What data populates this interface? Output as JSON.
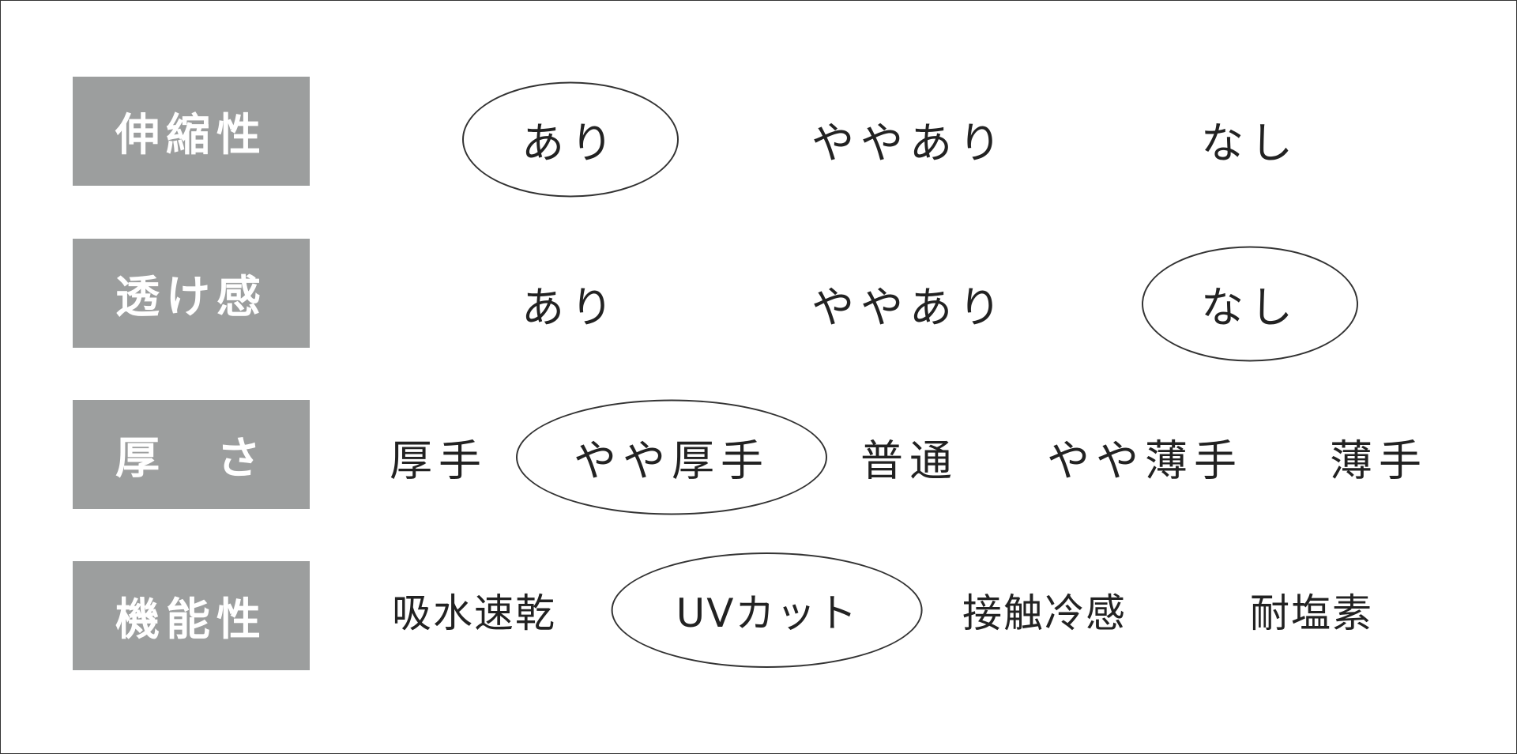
{
  "rows": [
    {
      "label": "伸縮性",
      "options": [
        "あり",
        "ややあり",
        "なし"
      ],
      "selected": "あり"
    },
    {
      "label": "透け感",
      "options": [
        "あり",
        "ややあり",
        "なし"
      ],
      "selected": "なし"
    },
    {
      "label": "厚　さ",
      "options": [
        "厚手",
        "やや厚手",
        "普通",
        "やや薄手",
        "薄手"
      ],
      "selected": "やや厚手"
    },
    {
      "label": "機能性",
      "options": [
        "吸水速乾",
        "UVカット",
        "接触冷感",
        "耐塩素"
      ],
      "selected": "UVカット"
    }
  ]
}
